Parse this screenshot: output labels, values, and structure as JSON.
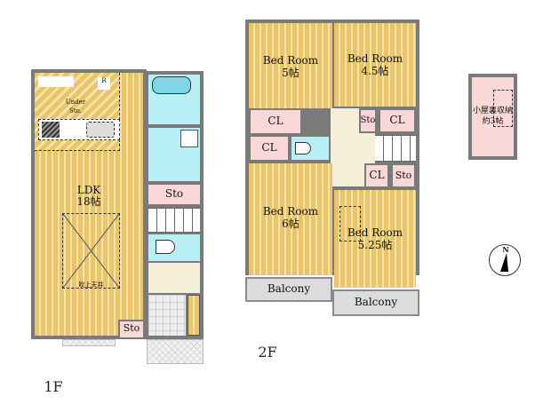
{
  "floors": {
    "first": {
      "label": "1F",
      "rooms": {
        "ldk": {
          "name": "LDK",
          "size": "18帖"
        },
        "under_storage": {
          "line1": "Under",
          "line2": "Sto."
        },
        "fridge": {
          "label": "R"
        },
        "sto_hall": {
          "label": "Sto"
        },
        "sto_entrance": {
          "label": "Sto"
        },
        "open_ceiling": {
          "label": "吹上天井"
        }
      }
    },
    "second": {
      "label": "2F",
      "rooms": {
        "bed1": {
          "name": "Bed Room",
          "size": "5帖"
        },
        "bed2": {
          "name": "Bed Room",
          "size": "4.5帖"
        },
        "bed3": {
          "name": "Bed Room",
          "size": "6帖"
        },
        "bed4": {
          "name": "Bed Room",
          "size": "5.25帖"
        },
        "cl1": {
          "label": "CL"
        },
        "cl2": {
          "label": "CL"
        },
        "cl3": {
          "label": "CL"
        },
        "cl4": {
          "label": "CL"
        },
        "sto1": {
          "label": "Sto"
        },
        "sto2": {
          "label": "Sto"
        },
        "balcony1": {
          "label": "Balcony"
        },
        "balcony2": {
          "label": "Balcony"
        }
      }
    },
    "attic": {
      "line1": "小屋裏収納",
      "line2": "約3帖"
    }
  },
  "compass": {
    "north": "N"
  },
  "colors": {
    "wood": "#e9c46a",
    "wet_area": "#b9f0f5",
    "closet": "#fbd8d8",
    "hall": "#f5efd9",
    "wall": "#7a7a7a",
    "balcony": "#dcdcdc"
  }
}
